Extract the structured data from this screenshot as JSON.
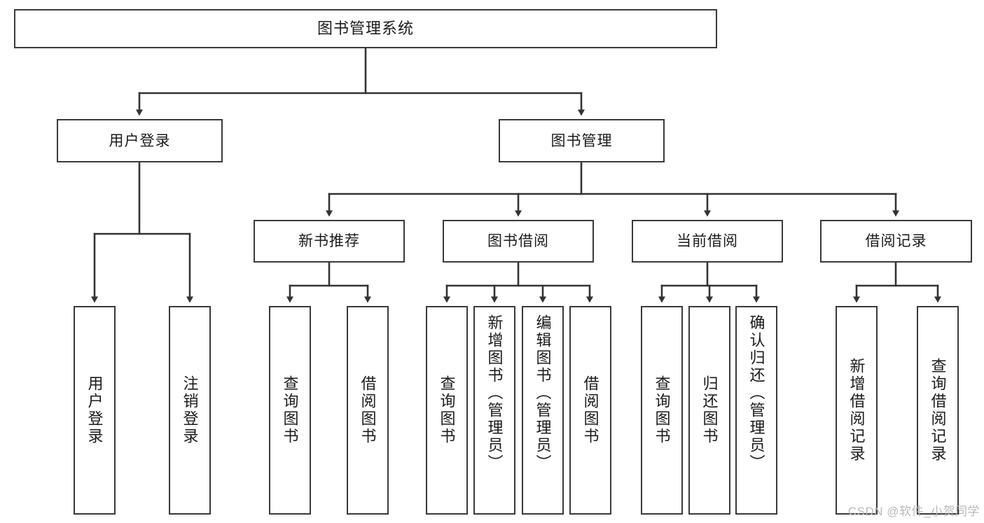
{
  "diagram": {
    "title": "图书管理系统",
    "type": "hierarchy-tree",
    "root": {
      "label": "图书管理系统"
    },
    "level2": [
      {
        "label": "用户登录"
      },
      {
        "label": "图书管理"
      }
    ],
    "level3": [
      {
        "label": "新书推荐"
      },
      {
        "label": "图书借阅"
      },
      {
        "label": "当前借阅"
      },
      {
        "label": "借阅记录"
      }
    ],
    "leaves": {
      "user_login": [
        {
          "label": "用户登录"
        },
        {
          "label": "注销登录"
        }
      ],
      "new_book_recommend": [
        {
          "label": "查询图书"
        },
        {
          "label": "借阅图书"
        }
      ],
      "book_borrow": [
        {
          "label": "查询图书"
        },
        {
          "label": "新增图书（管理员）"
        },
        {
          "label": "编辑图书（管理员）"
        },
        {
          "label": "借阅图书"
        }
      ],
      "current_borrow": [
        {
          "label": "查询图书"
        },
        {
          "label": "归还图书"
        },
        {
          "label": "确认归还（管理员）"
        }
      ],
      "borrow_record": [
        {
          "label": "新增借阅记录"
        },
        {
          "label": "查询借阅记录"
        }
      ]
    }
  },
  "watermark": {
    "text": "CSDN @软件_小贺同学"
  },
  "colors": {
    "box_border": "#3a3a3a",
    "box_fill": "#ffffff",
    "connector": "#333333",
    "text": "#1b1b1b",
    "watermark": "#b9b9b9",
    "background": "#ffffff"
  }
}
